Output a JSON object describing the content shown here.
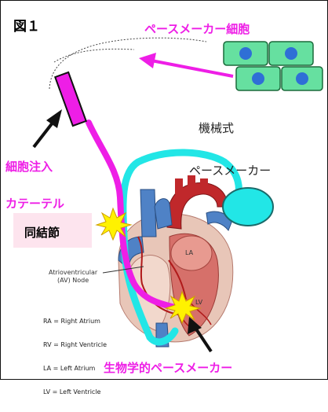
{
  "figure_label": "図１",
  "labels": {
    "pacemaker_cells": "ペースメーカー細胞",
    "cell_injection_line1": "細胞注入",
    "cell_injection_line2": "カテーテル",
    "mechanical_line1": "機械式",
    "mechanical_line2": "ペースメーカー",
    "sinus_node": "同結節",
    "biological_pacemaker": "生物学的ペースメーカー"
  },
  "heart_labels": {
    "av_node_line1": "Atrioventricular",
    "av_node_line2": "(AV) Node",
    "la": "LA",
    "lv": "LV"
  },
  "legend": [
    "RA = Right Atrium",
    "RV = Right Ventricle",
    "LA = Left Atrium",
    "LV = Left Ventricle"
  ],
  "colors": {
    "magenta": "#ee1ee6",
    "cyan": "#22e6e6",
    "cell_green": "#66e0a0",
    "cell_nucleus": "#2f6fd6",
    "heart_red": "#c0282b",
    "vessel_blue": "#4f82c6",
    "flash_yellow": "#fff200"
  }
}
